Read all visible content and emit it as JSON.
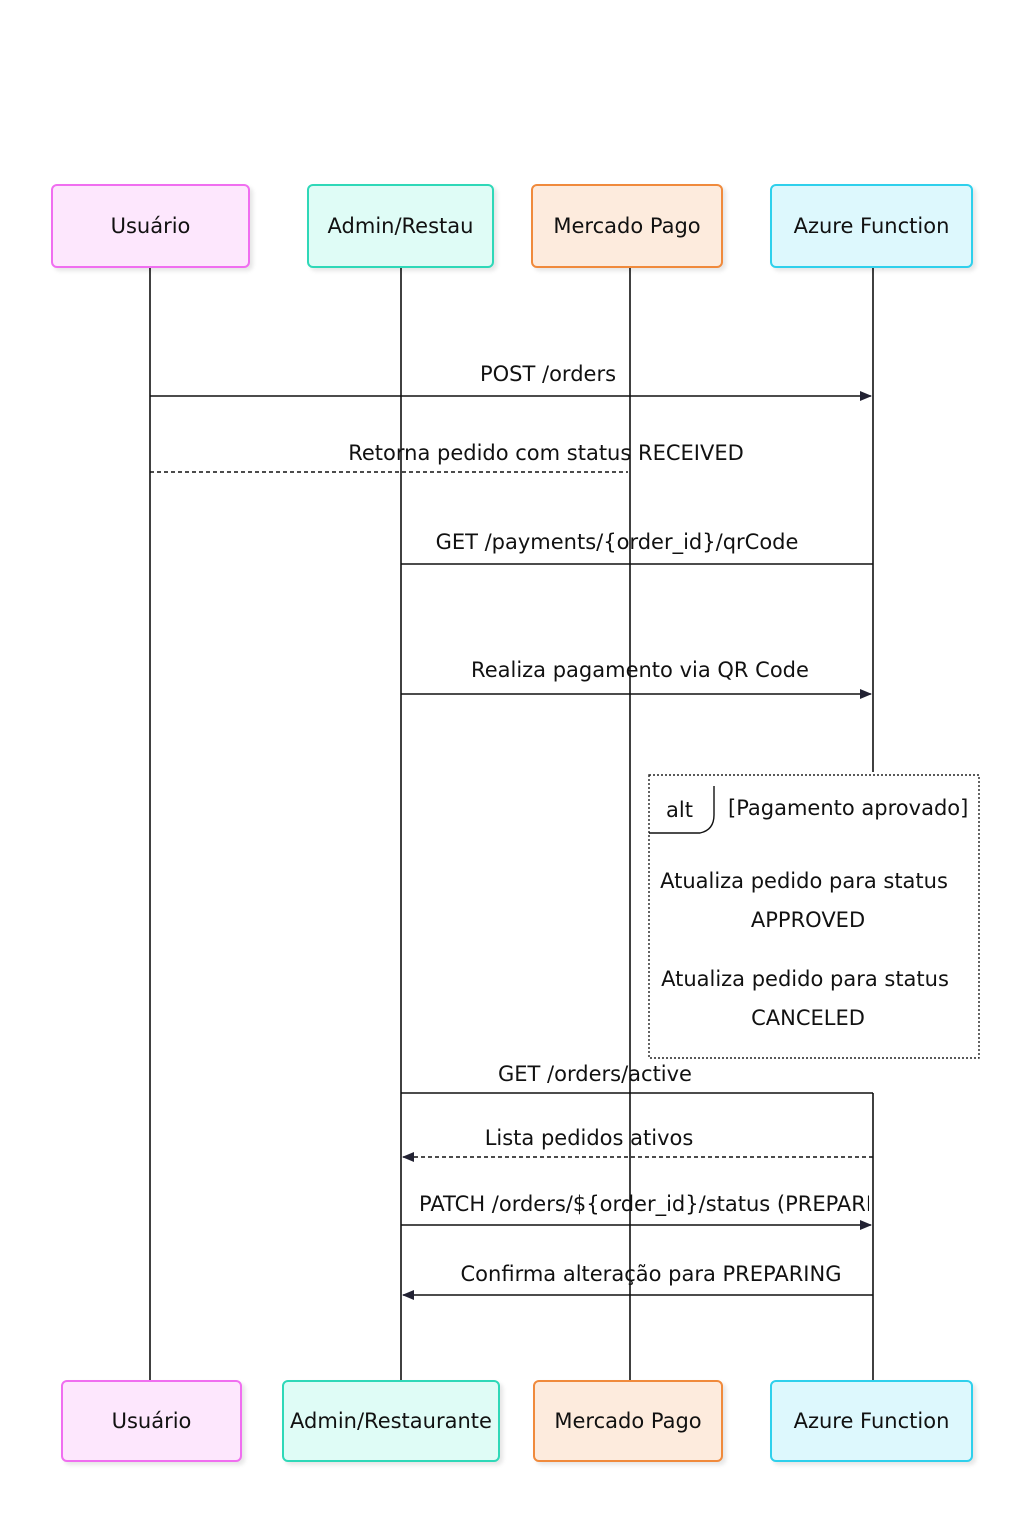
{
  "participants": [
    {
      "id": "user",
      "label_top": "Usuário",
      "label_bottom": "Usuário",
      "fill": "#fde7fd",
      "stroke": "#f06ef0"
    },
    {
      "id": "admin",
      "label_top": "Admin/Restau",
      "label_bottom": "Admin/Restaurante",
      "fill": "#dffcf6",
      "stroke": "#2fd8b8"
    },
    {
      "id": "mp",
      "label_top": "Mercado Pago",
      "label_bottom": "Mercado Pago",
      "fill": "#fdebdd",
      "stroke": "#f08a3c"
    },
    {
      "id": "azure",
      "label_top": "Azure Function",
      "label_bottom": "Azure Function",
      "fill": "#ddf8fd",
      "stroke": "#2fd0ec"
    }
  ],
  "messages": [
    {
      "text": "POST /orders"
    },
    {
      "text": "Retorna pedido com status RECEIVED"
    },
    {
      "text": "GET /payments/{order_id}/qrCode"
    },
    {
      "text": "Realiza pagamento via QR Code"
    },
    {
      "text": "GET /orders/active"
    },
    {
      "text": "Lista pedidos ativos"
    },
    {
      "text": "PATCH /orders/${order_id}/status (PREPARING)"
    },
    {
      "text": "Confirma alteração para PREPARING"
    }
  ],
  "alt_block": {
    "keyword": "alt",
    "condition": "[Pagamento aprovado]",
    "branch1_line1": "Atualiza pedido para status",
    "branch1_line2": "APPROVED",
    "branch2_line1": "Atualiza pedido para status",
    "branch2_line2": "CANCELED"
  },
  "colors": {
    "line": "#111111"
  }
}
